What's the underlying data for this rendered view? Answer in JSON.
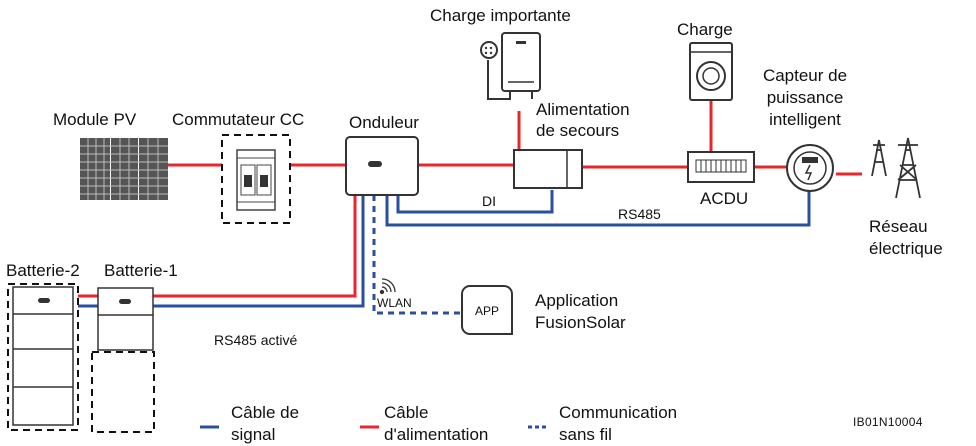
{
  "labels": {
    "pv_module": "Module PV",
    "dc_switch": "Commutateur CC",
    "inverter": "Onduleur",
    "big_load": "Charge importante",
    "backup_power_1": "Alimentation",
    "backup_power_2": "de secours",
    "load": "Charge",
    "sensor_1": "Capteur de",
    "sensor_2": "puissance",
    "sensor_3": "intelligent",
    "grid_1": "Réseau",
    "grid_2": "électrique",
    "acdu": "ACDU",
    "di": "DI",
    "rs485": "RS485",
    "battery_2": "Batterie-2",
    "battery_1": "Batterie-1",
    "rs485_enabled": "RS485 activé",
    "wlan": "WLAN",
    "app_icon_text": "APP",
    "app_1": "Application",
    "app_2": "FusionSolar",
    "code": "IB01N10004"
  },
  "legend": {
    "signal_1": "Câble de",
    "signal_2": "signal",
    "power_1": "Câble",
    "power_2": "d'alimentation",
    "wireless_1": "Communication",
    "wireless_2": "sans fil"
  },
  "colors": {
    "power_cable": "#e8262c",
    "signal_cable": "#2a4fa0",
    "wireless": "#2a4fa0"
  }
}
